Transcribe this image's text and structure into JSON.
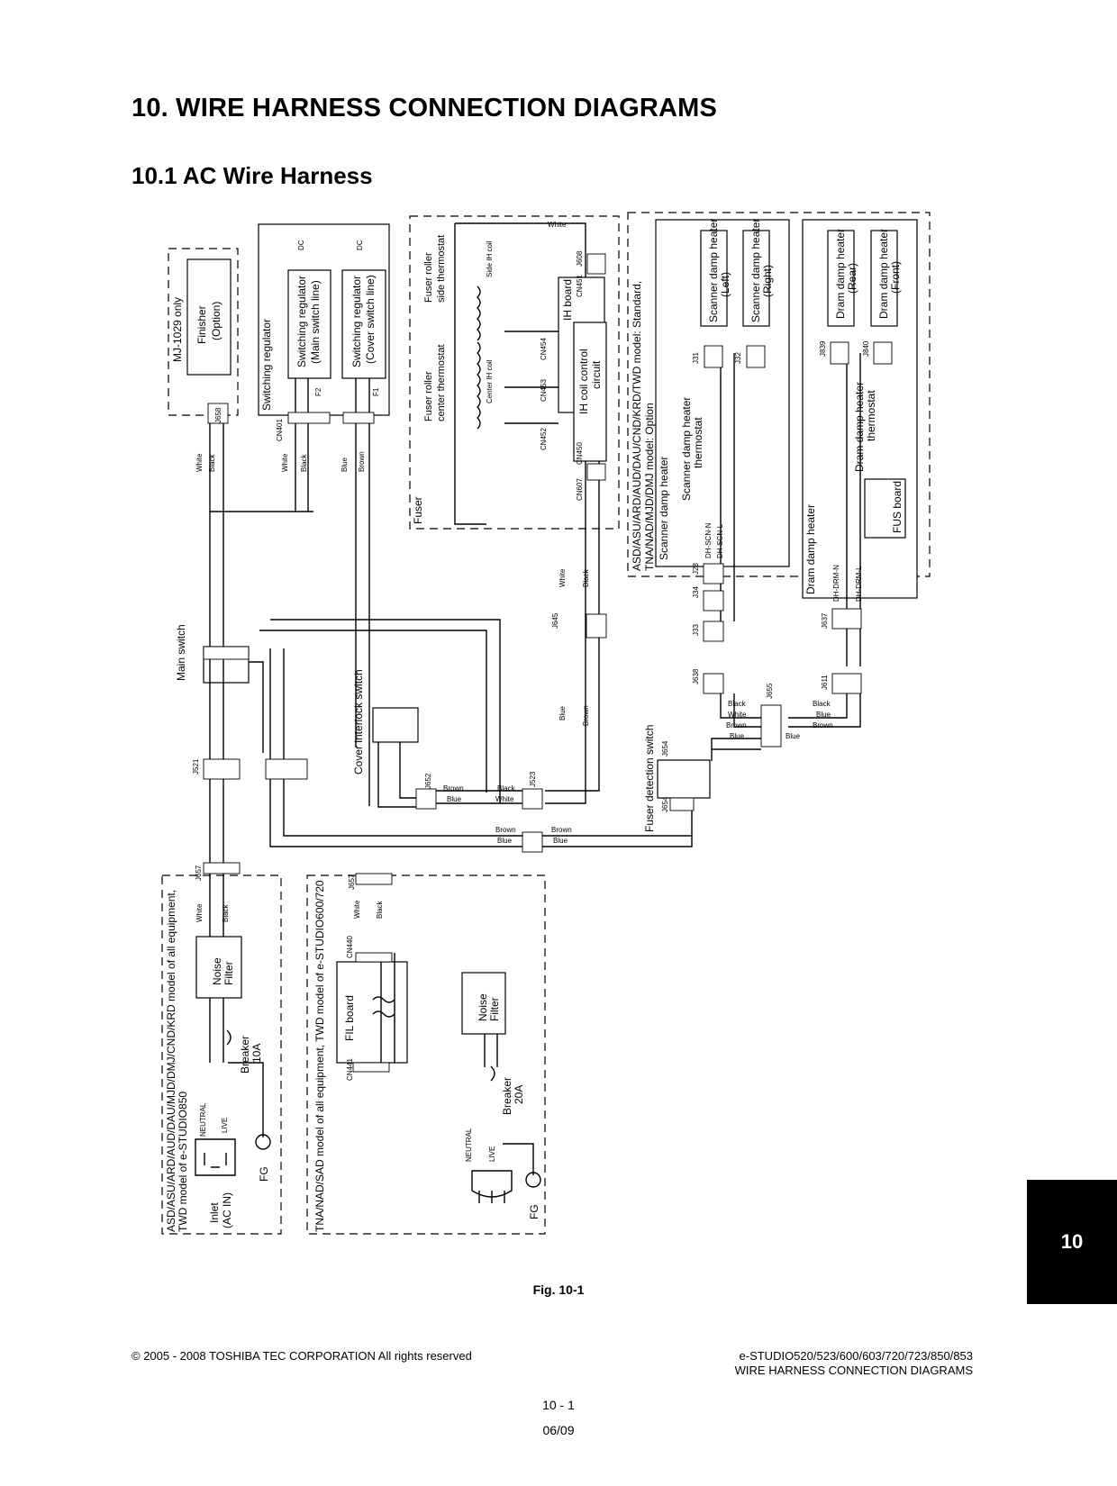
{
  "page": {
    "title": "10.  WIRE HARNESS CONNECTION DIAGRAMS",
    "section": "10.1    AC Wire Harness",
    "chapter_tab": "10",
    "figure_caption": "Fig. 10-1",
    "footer_left": "© 2005 - 2008 TOSHIBA TEC CORPORATION All rights reserved",
    "footer_right_1": "e-STUDIO520/523/600/603/720/723/850/853",
    "footer_right_2": "WIRE HARNESS CONNECTION DIAGRAMS",
    "page_number": "10 - 1",
    "revision": "06/09"
  },
  "diagram": {
    "option_mj": "MJ-1029 only",
    "finisher_1": "Finisher",
    "finisher_2": "(Option)",
    "switching_regulator": "Switching regulator",
    "sr_main_1": "Switching regulator",
    "sr_main_2": "(Main switch line)",
    "sr_cover_1": "Switching regulator",
    "sr_cover_2": "(Cover switch line)",
    "dc": "DC",
    "f1": "F1",
    "f2": "F2",
    "fuser": "Fuser",
    "fuser_side_therm_1": "Fuser roller",
    "fuser_side_therm_2": "side thermostat",
    "fuser_center_therm_1": "Fuser roller",
    "fuser_center_therm_2": "center thermostat",
    "side_ih_coil": "Side IH coil",
    "center_ih_coil": "Center IH coil",
    "ih_board": "IH board",
    "ih_control_1": "IH coil control",
    "ih_control_2": "circuit",
    "model_note_1": "ASD/ASU/ARD/AUD/DAU/CND/KRD/TWD model: Standard,",
    "model_note_2": "TNA/NAD/MJD/DMJ  model: Option",
    "scanner_damp_heater": "Scanner damp heater",
    "scanner_heater_left_1": "Scanner damp heater",
    "scanner_heater_left_2": "(Left)",
    "scanner_heater_right_1": "Scanner damp heater",
    "scanner_heater_right_2": "(Right)",
    "scanner_therm_1": "Scanner damp heater",
    "scanner_therm_2": "thermostat",
    "dram_damp_heater": "Dram damp heater",
    "dram_heater_rear_1": "Dram damp heater",
    "dram_heater_rear_2": "(Rear)",
    "dram_heater_front_1": "Dram damp heater",
    "dram_heater_front_2": "(Front)",
    "dram_therm_1": "Dram damp heater",
    "dram_therm_2": "thermostat",
    "fus_board": "FUS board",
    "main_switch": "Main switch",
    "cover_interlock_switch": "Cover interlock switch",
    "fuser_detection_switch": "Fuser detection switch",
    "noise_filter_1": "Noise",
    "noise_filter_2": "Filter",
    "breaker_10a_1": "Breaker",
    "breaker_10a_2": "10A",
    "breaker_20a_1": "Breaker",
    "breaker_20a_2": "20A",
    "fil_board": "FIL board",
    "inlet_1": "Inlet",
    "inlet_2": "(AC IN)",
    "fg": "FG",
    "neutral": "NEUTRAL",
    "live": "LIVE",
    "region_left_1": "ASD/ASU/ARD/AUD/DAU/MJD/DMJ/CND/KRD model of all equipment,",
    "region_left_2": "TWD model of e-STUDIO850",
    "region_right_1": "TNA/NAD/SAD model of all equipment, TWD model of e-STUDIO600/720",
    "white": "White",
    "black": "Black",
    "blue": "Blue",
    "brown": "Brown",
    "dh_scn_n": "DH-SCN-N",
    "dh_scn_l": "DH-SCN-L",
    "dh_drm_n": "DH-DRM-N",
    "dh_drm_l": "DH-DRM-L",
    "connectors": {
      "j658": "J658",
      "cn401": "CN401",
      "j608": "J608",
      "cn451": "CN451",
      "cn454": "CN454",
      "cn453": "CN453",
      "cn452": "CN452",
      "cn450": "CN450",
      "cn607": "CN607",
      "j31": "J31",
      "j32": "J32",
      "j839": "J839",
      "j840": "J840",
      "j28": "J28",
      "j34": "J34",
      "j33": "J33",
      "j638": "J638",
      "j637": "J637",
      "j611": "J611",
      "j655": "J655",
      "j645": "J645",
      "j521": "J521",
      "j652": "J652",
      "j523": "J523",
      "j654": "J654",
      "j657": "J657",
      "cn440": "CN440",
      "cn441": "CN441"
    }
  }
}
